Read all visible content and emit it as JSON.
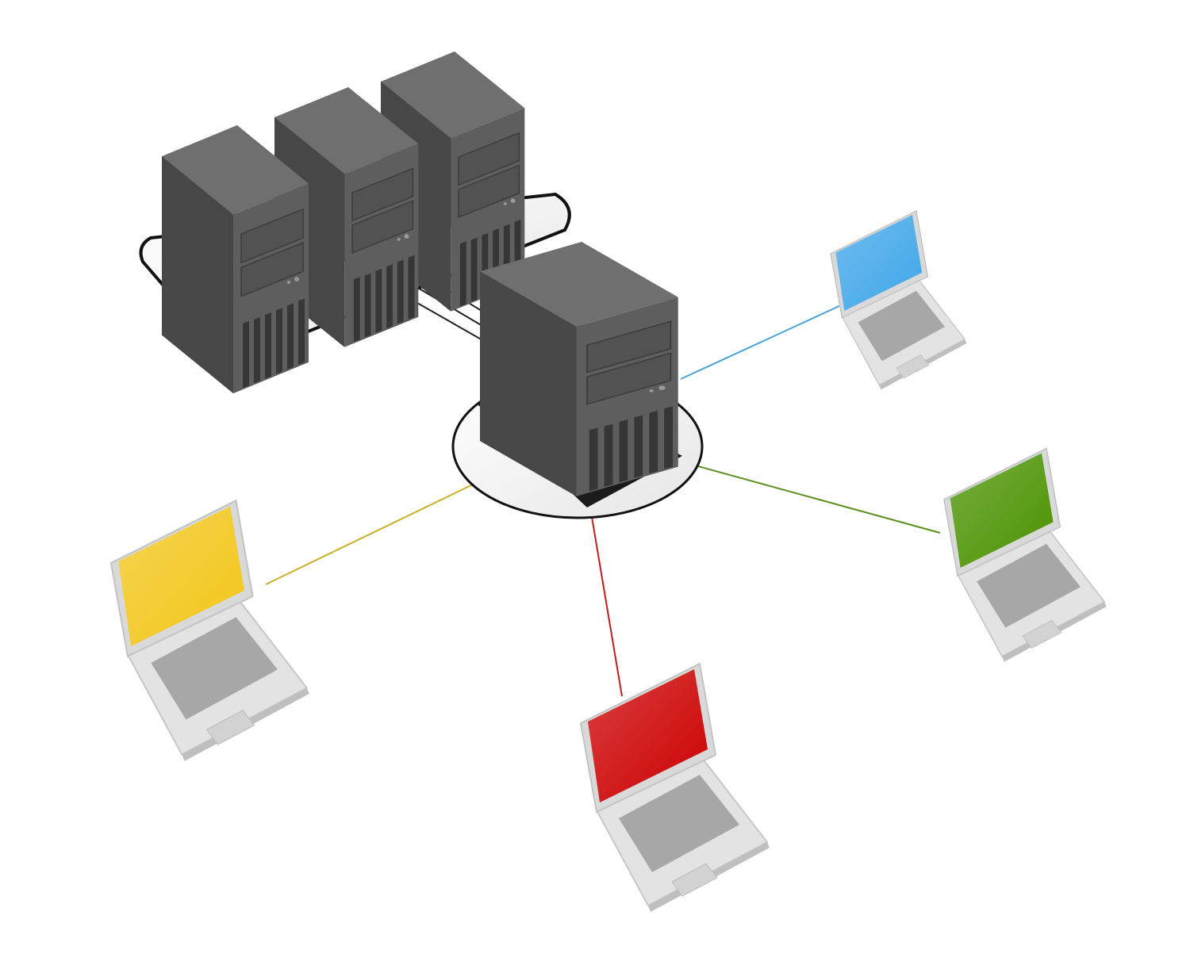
{
  "diagram": {
    "type": "star-network",
    "hub": {
      "icon": "server-tower-icon"
    },
    "server_cluster": {
      "icon": "server-rack-icon",
      "count": 3,
      "link_color": "#222222"
    },
    "clients": [
      {
        "id": "blue",
        "icon": "laptop-icon",
        "screen_color": "#3fa6e8",
        "link_color": "#4aa3d6"
      },
      {
        "id": "green",
        "icon": "laptop-icon",
        "screen_color": "#4a9200",
        "link_color": "#5a8f1f"
      },
      {
        "id": "red",
        "icon": "laptop-icon",
        "screen_color": "#cc0000",
        "link_color": "#c41a1a"
      },
      {
        "id": "yellow",
        "icon": "laptop-icon",
        "screen_color": "#f2c618",
        "link_color": "#c9b02a"
      }
    ]
  }
}
